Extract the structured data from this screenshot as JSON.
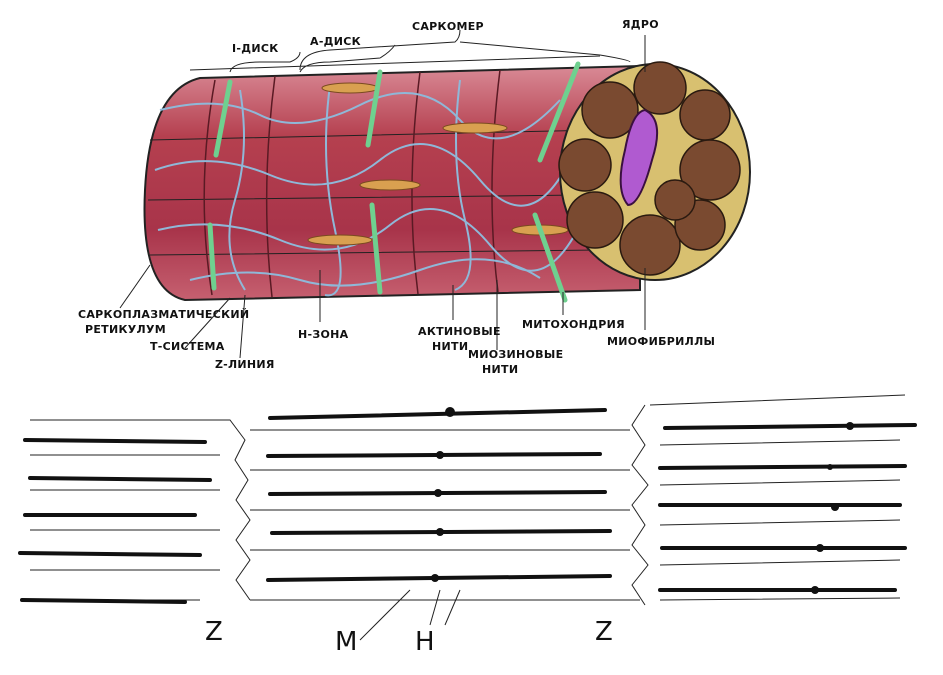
{
  "top_labels": {
    "i_disc": "I-ДИСК",
    "a_disc": "А-ДИСК",
    "sarcomere": "САРКОМЕР",
    "nucleus": "ЯДРО"
  },
  "bottom_labels": {
    "sr_line1": "САРКОПЛАЗМАТИЧЕСКИЙ",
    "sr_line2": "РЕТИКУЛУМ",
    "t_system": "Т-СИСТЕМА",
    "z_line": "Z-ЛИНИЯ",
    "h_zone": "Н-ЗОНА",
    "actin_line1": "АКТИНОВЫЕ",
    "actin_line2": "НИТИ",
    "myosin_line1": "МИОЗИНОВЫЕ",
    "myosin_line2": "НИТИ",
    "mitochondria": "МИТОХОНДРИЯ",
    "myofibrils": "МИОФИБРИЛЛЫ"
  },
  "sarcomere_diagram": {
    "z_left": "Z",
    "m": "M",
    "h": "H",
    "z_right": "Z"
  },
  "colors": {
    "muscle": "#b5404f",
    "reticulum": "#8fb8d8",
    "t_tubule": "#6fd08f",
    "mitochondria": "#d9a050",
    "myofibril": "#7a4a30",
    "nucleus": "#b05ad0"
  }
}
